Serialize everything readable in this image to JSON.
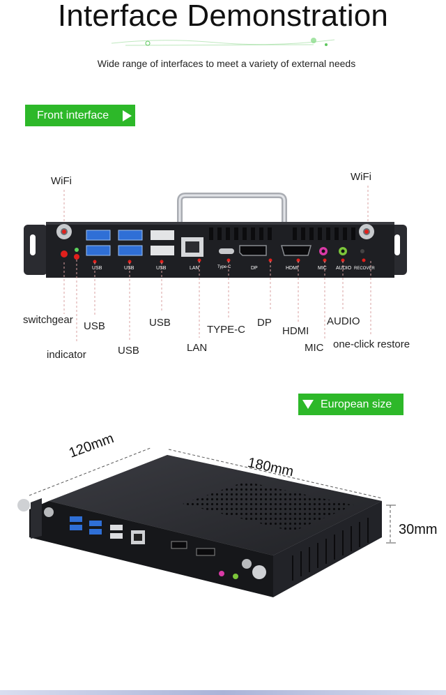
{
  "title": "Interface Demonstration",
  "subtitle": "Wide range of interfaces to meet a variety of external needs",
  "tags": {
    "front": "Front interface",
    "european": "European size"
  },
  "callouts": {
    "wifi_left": "WiFi",
    "wifi_right": "WiFi",
    "switchgear": "switchgear",
    "indicator": "indicator",
    "usb1": "USB",
    "usb2": "USB",
    "usb3": "USB",
    "lan": "LAN",
    "typec": "TYPE-C",
    "dp": "DP",
    "hdmi": "HDMI",
    "mic": "MIC",
    "audio": "AUDIO",
    "restore": "one-click restore"
  },
  "port_printing": {
    "usb": "USB",
    "lan": "LAN",
    "typec": "Type-C",
    "dp": "DP",
    "hdmi": "HDMI",
    "mic": "MIC",
    "audio": "AUDIO",
    "recover": "RECOVER"
  },
  "dimensions": {
    "depth": "120mm",
    "width": "180mm",
    "height": "30mm"
  },
  "colors": {
    "accent_green": "#2db829",
    "chassis": "#1e1f23",
    "usb_blue": "#2f6fd6",
    "callout_red": "#e0201c"
  }
}
